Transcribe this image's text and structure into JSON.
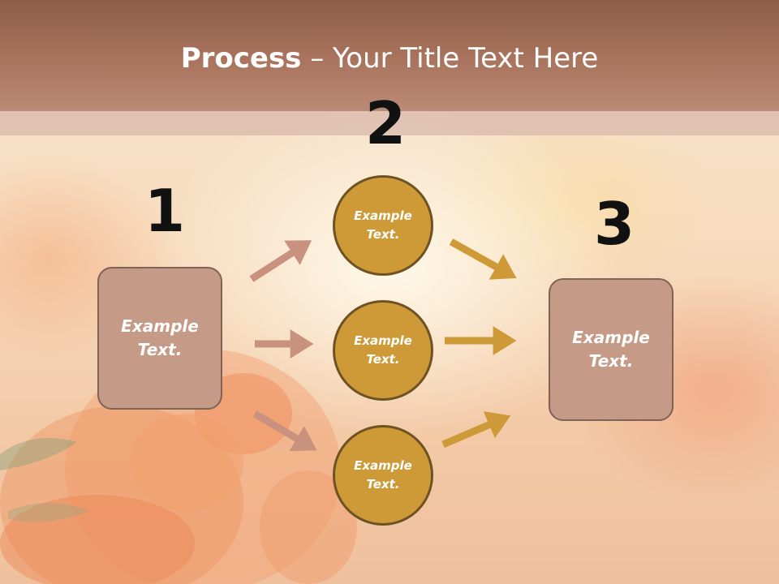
{
  "slide": {
    "title_bold": "Process",
    "title_rest": " – Your Title Text Here"
  },
  "steps": {
    "one": {
      "number": "1",
      "label_line1": "Example",
      "label_line2": "Text."
    },
    "two": {
      "number": "2",
      "circles": [
        {
          "label_line1": "Example",
          "label_line2": "Text."
        },
        {
          "label_line1": "Example",
          "label_line2": "Text."
        },
        {
          "label_line1": "Example",
          "label_line2": "Text."
        }
      ]
    },
    "three": {
      "number": "3",
      "label_line1": "Example",
      "label_line2": "Text."
    }
  },
  "colors": {
    "title_band": "#a8725c",
    "box_fill": "#c59a87",
    "circle_fill": "#cd9a37",
    "arrow_left": "#c9927e",
    "arrow_right": "#cd9a37"
  }
}
